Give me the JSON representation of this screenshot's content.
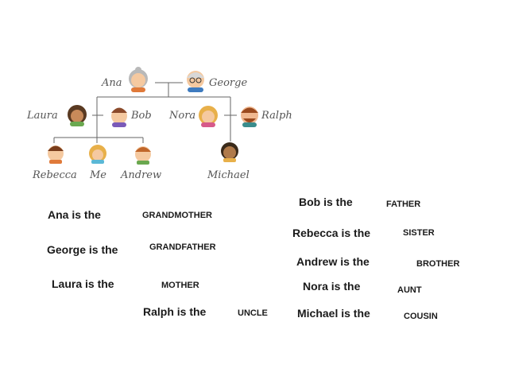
{
  "tree": {
    "names": {
      "ana": "Ana",
      "george": "George",
      "laura": "Laura",
      "bob": "Bob",
      "nora": "Nora",
      "ralph": "Ralph",
      "rebecca": "Rebecca",
      "me": "Me",
      "andrew": "Andrew",
      "michael": "Michael"
    }
  },
  "phrases": {
    "ana": "Ana is the",
    "george": "George is the",
    "laura": "Laura is the",
    "ralph": "Ralph is the",
    "bob": "Bob is the",
    "rebecca": "Rebecca is the",
    "andrew": "Andrew is the",
    "nora": "Nora is the",
    "michael": "Michael is the"
  },
  "words": {
    "grandmother": "GRANDMOTHER",
    "grandfather": "GRANDFATHER",
    "mother": "MOTHER",
    "uncle": "UNCLE",
    "father": "FATHER",
    "sister": "SISTER",
    "brother": "BROTHER",
    "aunt": "AUNT",
    "cousin": "COUSIN"
  }
}
